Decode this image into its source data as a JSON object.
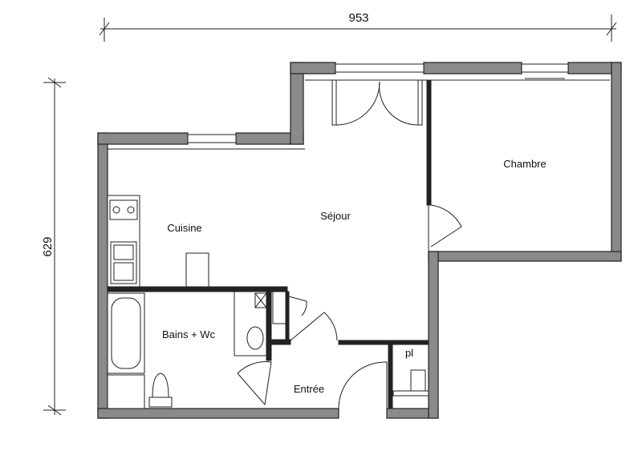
{
  "dimensions": {
    "width_label": "953",
    "height_label": "629"
  },
  "rooms": {
    "sejour": "Séjour",
    "chambre": "Chambre",
    "cuisine": "Cuisine",
    "bains_wc": "Bains + Wc",
    "entree": "Entrée",
    "pl": "pl"
  },
  "colors": {
    "wall_fill": "#8a8a8a",
    "line": "#222222",
    "background": "#ffffff"
  }
}
